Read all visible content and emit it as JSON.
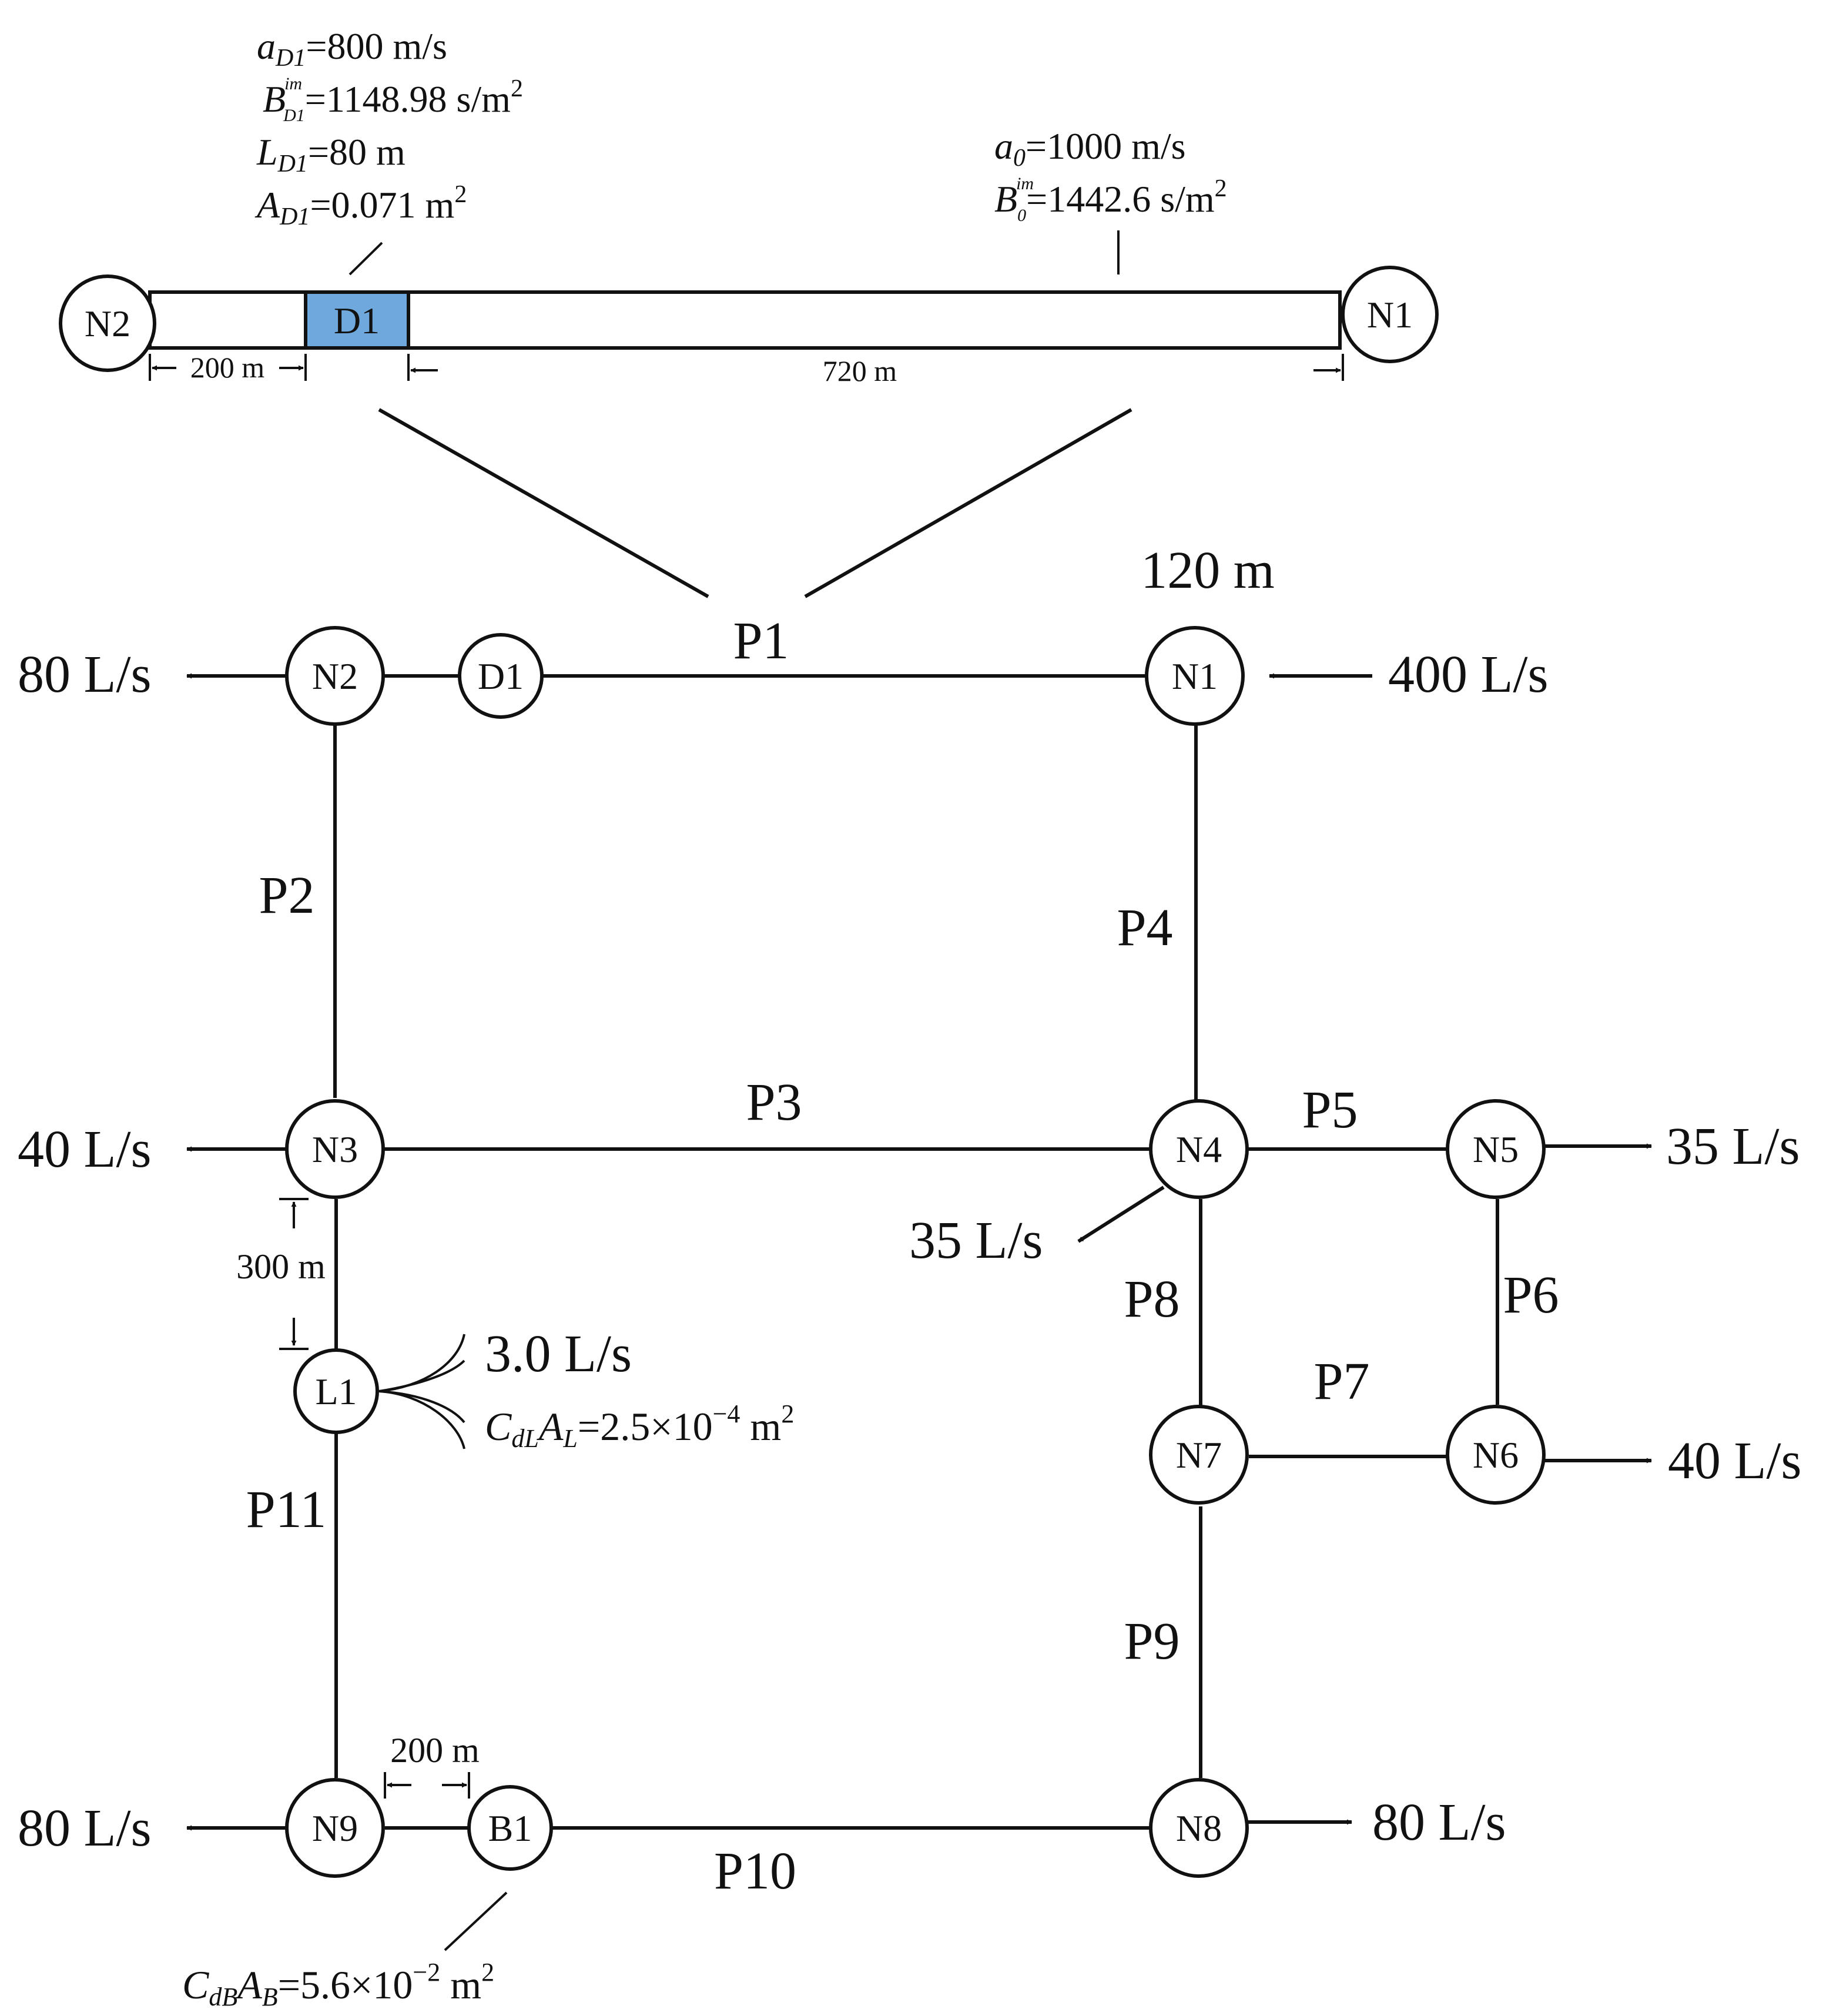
{
  "colors": {
    "device": "#6fa8dc",
    "leak": "#f6a04d",
    "burst": "#8fbc5a",
    "line": "#111111"
  },
  "inset": {
    "node_left": "N2",
    "node_right": "N1",
    "device": "D1",
    "dim_left": "200 m",
    "dim_right": "720 m",
    "device_params": {
      "a_sym": "a",
      "a_sub": "D1",
      "a_val": "=800 m/s",
      "b_sym": "B",
      "b_sup": "im",
      "b_sub": "D1",
      "b_val": "=1148.98 s/m",
      "b_exp": "2",
      "l_sym": "L",
      "l_sub": "D1",
      "l_val": "=80 m",
      "area_sym": "A",
      "area_sub": "D1",
      "area_val": "=0.071 m",
      "area_exp": "2"
    },
    "pipe_params": {
      "a_sym": "a",
      "a_sub": "0",
      "a_val": "=1000 m/s",
      "b_sym": "B",
      "b_sup": "im",
      "b_sub": "0",
      "b_val": "=1442.6 s/m",
      "b_exp": "2"
    }
  },
  "network": {
    "nodes": {
      "n1": "N1",
      "n2": "N2",
      "n3": "N3",
      "n4": "N4",
      "n5": "N5",
      "n6": "N6",
      "n7": "N7",
      "n8": "N8",
      "n9": "N9",
      "d1": "D1",
      "l1": "L1",
      "b1": "B1"
    },
    "pipes": {
      "p1": "P1",
      "p2": "P2",
      "p3": "P3",
      "p4": "P4",
      "p5": "P5",
      "p6": "P6",
      "p7": "P7",
      "p8": "P8",
      "p9": "P9",
      "p10": "P10",
      "p11": "P11"
    },
    "flows": {
      "n1_in": "400 L/s",
      "n2_out": "80 L/s",
      "n3_out": "40 L/s",
      "n4_out": "35 L/s",
      "n5_out": "35 L/s",
      "n6_out": "40 L/s",
      "n8_out": "80 L/s",
      "n9_out": "80 L/s"
    },
    "head_n1": "120 m",
    "dim_n3_l1": "300 m",
    "dim_n9_b1": "200 m",
    "leak": {
      "flow": "3.0 L/s",
      "c_sym": "C",
      "c_sub": "dL",
      "a_sym": "A",
      "a_sub": "L",
      "val": "=2.5×10",
      "exp": "−4",
      "unit": " m",
      "unit_exp": "2"
    },
    "burst": {
      "c_sym": "C",
      "c_sub": "dB",
      "a_sym": "A",
      "a_sub": "B",
      "val": "=5.6×10",
      "exp": "−2",
      "unit": " m",
      "unit_exp": "2"
    }
  }
}
